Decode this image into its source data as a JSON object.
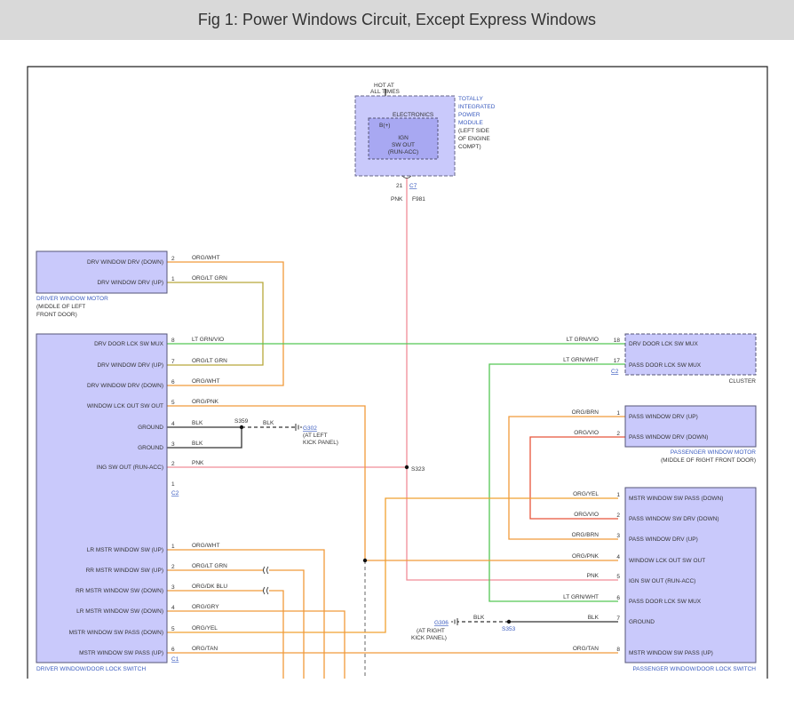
{
  "title": "Fig 1: Power Windows Circuit, Except Express Windows",
  "colors": {
    "component_fill": "#c9c9fb",
    "component_border": "#555577",
    "org_wht": "#f09a3a",
    "org_lt_grn": "#b6a73a",
    "lt_grn_vio": "#55c755",
    "lt_grn_wht": "#55c755",
    "pnk": "#f08c98",
    "blk": "#333333",
    "org_vio": "#e8543a",
    "org_brn": "#f09a3a",
    "org_yel": "#f0a030",
    "org_pnk": "#f09a3a",
    "org_tan": "#f09a3a",
    "org_dk_blu": "#f09a3a",
    "org_gry": "#f09a3a",
    "link": "#3a5bbf"
  },
  "tipm": {
    "hot_label_1": "HOT AT",
    "hot_label_2": "ALL TIMES",
    "electronics": "ELECTRONICS",
    "bplus": "B(+)",
    "ign_1": "IGN",
    "ign_2": "SW OUT",
    "ign_3": "(RUN-ACC)",
    "name_1": "TOTALLY",
    "name_2": "INTEGRATED",
    "name_3": "POWER",
    "name_4": "MODULE",
    "loc_1": "(LEFT SIDE",
    "loc_2": "OF ENGINE",
    "loc_3": "COMPT)",
    "pin": "21",
    "connector": "C7",
    "wire_color": "PNK",
    "wire_circuit": "F981"
  },
  "driver_motor": {
    "pin1_label": "DRV WINDOW DRV (DOWN)",
    "pin2_label": "DRV WINDOW DRV (UP)",
    "pin1_num": "2",
    "pin2_num": "1",
    "wire1": "ORG/WHT",
    "wire2": "ORG/LT GRN",
    "name": "DRIVER WINDOW MOTOR",
    "loc_1": "(MIDDLE OF LEFT",
    "loc_2": "FRONT DOOR)"
  },
  "driver_switch": {
    "name": "DRIVER WINDOW/DOOR LOCK SWITCH",
    "c2": "C2",
    "c1": "C1",
    "pins": [
      {
        "label": "DRV DOOR LCK SW MUX",
        "num": "8",
        "wire": "LT GRN/VIO"
      },
      {
        "label": "DRV WINDOW DRV (UP)",
        "num": "7",
        "wire": "ORG/LT GRN"
      },
      {
        "label": "DRV WINDOW DRV (DOWN)",
        "num": "6",
        "wire": "ORG/WHT"
      },
      {
        "label": "WINDOW LCK OUT SW OUT",
        "num": "5",
        "wire": "ORG/PNK"
      },
      {
        "label": "GROUND",
        "num": "4",
        "wire": "BLK"
      },
      {
        "label": "GROUND",
        "num": "3",
        "wire": "BLK"
      },
      {
        "label": "ING SW OUT (RUN-ACC)",
        "num": "2",
        "wire": "PNK"
      },
      {
        "label": "",
        "num": "1",
        "wire": ""
      }
    ],
    "c1_pins": [
      {
        "label": "LR MSTR WINDOW SW (UP)",
        "num": "1",
        "wire": "ORG/WHT"
      },
      {
        "label": "RR MSTR WINDOW SW (UP)",
        "num": "2",
        "wire": "ORG/LT GRN"
      },
      {
        "label": "RR MSTR WINDOW SW (DOWN)",
        "num": "3",
        "wire": "ORG/DK BLU"
      },
      {
        "label": "LR MSTR WINDOW SW (DOWN)",
        "num": "4",
        "wire": "ORG/GRY"
      },
      {
        "label": "MSTR WINDOW SW PASS (DOWN)",
        "num": "5",
        "wire": "ORG/YEL"
      },
      {
        "label": "MSTR WINDOW SW PASS (UP)",
        "num": "6",
        "wire": "ORG/TAN"
      }
    ]
  },
  "splices": {
    "s359": "S359",
    "s359_wire": "BLK",
    "g302": "G302",
    "g302_loc_1": "(AT LEFT",
    "g302_loc_2": "KICK PANEL)",
    "s323": "S323",
    "g306": "G306",
    "g306_loc_1": "(AT RIGHT",
    "g306_loc_2": "KICK PANEL)",
    "s353": "S353",
    "s353_wire": "BLK"
  },
  "cluster": {
    "pin18_label": "DRV DOOR LCK SW MUX",
    "pin17_label": "PASS DOOR LCK SW MUX",
    "pin18_num": "18",
    "pin17_num": "17",
    "wire18": "LT GRN/VIO",
    "wire17": "LT GRN/WHT",
    "connector": "C2",
    "name": "CLUSTER"
  },
  "pass_motor": {
    "pin1_label": "PASS WINDOW DRV (UP)",
    "pin2_label": "PASS WINDOW DRV (DOWN)",
    "pin1_num": "1",
    "pin2_num": "2",
    "wire1": "ORG/BRN",
    "wire2": "ORG/VIO",
    "name": "PASSENGER WINDOW MOTOR",
    "loc": "(MIDDLE OF RIGHT FRONT DOOR)"
  },
  "pass_switch": {
    "name": "PASSENGER WINDOW/DOOR LOCK SWITCH",
    "pins": [
      {
        "label": "MSTR WINDOW SW PASS (DOWN)",
        "num": "1",
        "wire": "ORG/YEL"
      },
      {
        "label": "PASS WINDOW SW DRV (DOWN)",
        "num": "2",
        "wire": "ORG/VIO"
      },
      {
        "label": "PASS WINDOW DRV (UP)",
        "num": "3",
        "wire": "ORG/BRN"
      },
      {
        "label": "WINDOW LCK OUT SW OUT",
        "num": "4",
        "wire": "ORG/PNK"
      },
      {
        "label": "IGN SW OUT (RUN-ACC)",
        "num": "5",
        "wire": "PNK"
      },
      {
        "label": "PASS DOOR LCK SW MUX",
        "num": "6",
        "wire": "LT GRN/WHT"
      },
      {
        "label": "GROUND",
        "num": "7",
        "wire": "BLK"
      },
      {
        "label": "MSTR WINDOW SW PASS (UP)",
        "num": "8",
        "wire": "ORG/TAN"
      }
    ]
  }
}
